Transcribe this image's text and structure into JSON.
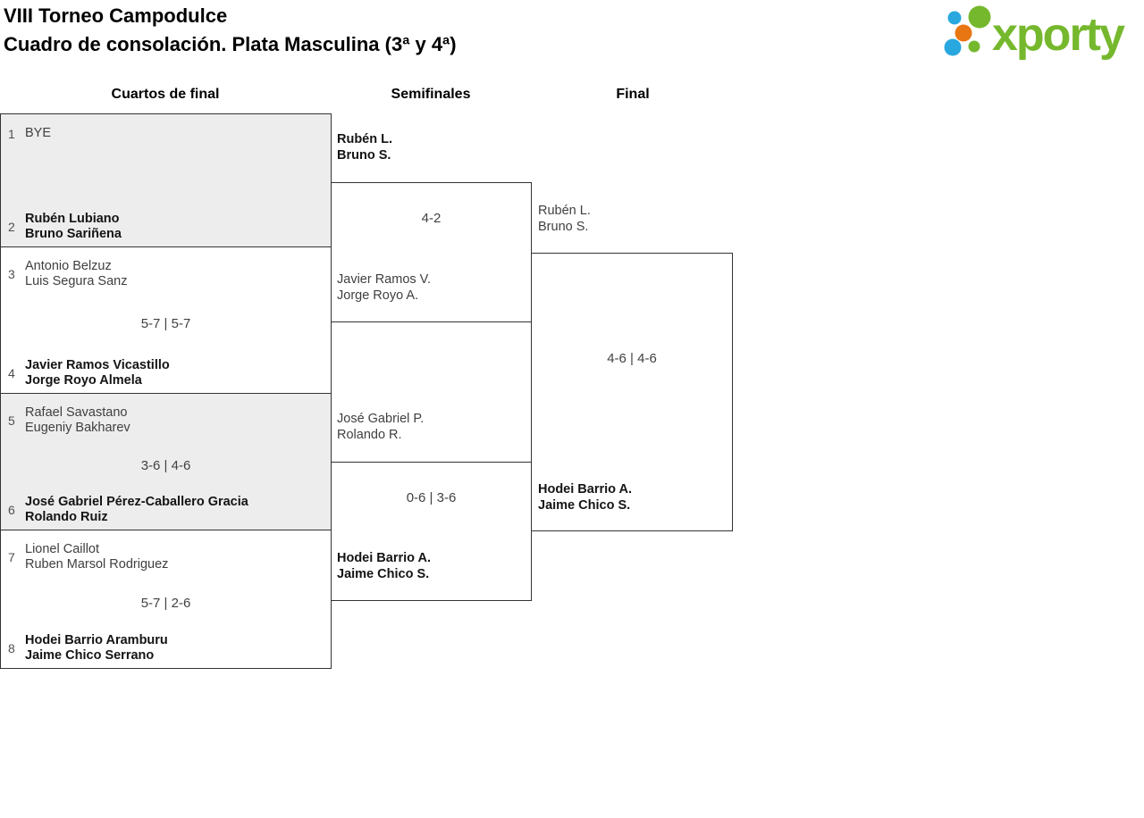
{
  "header": {
    "title_line1": "VIII Torneo Campodulce",
    "title_line2": "Cuadro de consolación. Plata Masculina (3ª y 4ª)",
    "logo_text": "xporty"
  },
  "colors": {
    "logo_green": "#76b82d",
    "logo_blue": "#29a8e0",
    "logo_orange": "#e87613",
    "box_gray": "#ededed",
    "border": "#333333"
  },
  "round_headers": [
    "Cuartos de final",
    "Semifinales",
    "Final"
  ],
  "quarterfinals": [
    {
      "seed_top": "1",
      "team_top": [
        "BYE"
      ],
      "score": "",
      "seed_bottom": "2",
      "team_bottom": [
        "Rubén Lubiano",
        "Bruno Sariñena"
      ]
    },
    {
      "seed_top": "3",
      "team_top": [
        "Antonio Belzuz",
        "Luis Segura Sanz"
      ],
      "score": "5-7 | 5-7",
      "seed_bottom": "4",
      "team_bottom": [
        "Javier Ramos Vicastillo",
        "Jorge Royo Almela"
      ]
    },
    {
      "seed_top": "5",
      "team_top": [
        "Rafael Savastano",
        "Eugeniy Bakharev"
      ],
      "score": "3-6 | 4-6",
      "seed_bottom": "6",
      "team_bottom": [
        "José Gabriel Pérez-Caballero Gracia",
        "Rolando Ruiz"
      ]
    },
    {
      "seed_top": "7",
      "team_top": [
        "Lionel Caillot",
        "Ruben Marsol Rodriguez"
      ],
      "score": "5-7 | 2-6",
      "seed_bottom": "8",
      "team_bottom": [
        "Hodei Barrio Aramburu",
        "Jaime Chico Serrano"
      ]
    }
  ],
  "semifinals": [
    {
      "team_top": [
        "Rubén L.",
        "Bruno S."
      ],
      "score": "4-2",
      "team_bottom": [
        "Javier Ramos V.",
        "Jorge Royo A."
      ]
    },
    {
      "team_top": [
        "José Gabriel P.",
        "Rolando R."
      ],
      "score": "0-6 | 3-6",
      "team_bottom": [
        "Hodei Barrio A.",
        "Jaime Chico S."
      ]
    }
  ],
  "final": {
    "team_top": [
      "Rubén L.",
      "Bruno S."
    ],
    "score": "4-6 | 4-6",
    "team_bottom": [
      "Hodei Barrio A.",
      "Jaime Chico S."
    ]
  }
}
